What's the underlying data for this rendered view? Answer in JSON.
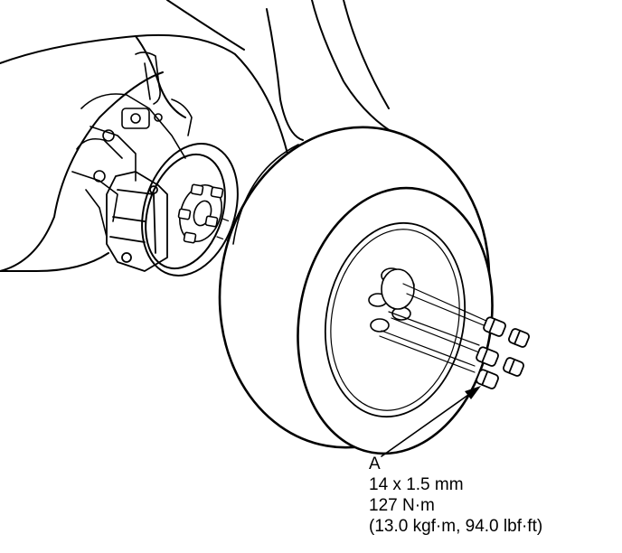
{
  "callout": {
    "letter": "A",
    "size": "14 x 1.5 mm",
    "torque_nm": "127 N·m",
    "torque_alt": "(13.0 kgf·m, 94.0 lbf·ft)"
  }
}
